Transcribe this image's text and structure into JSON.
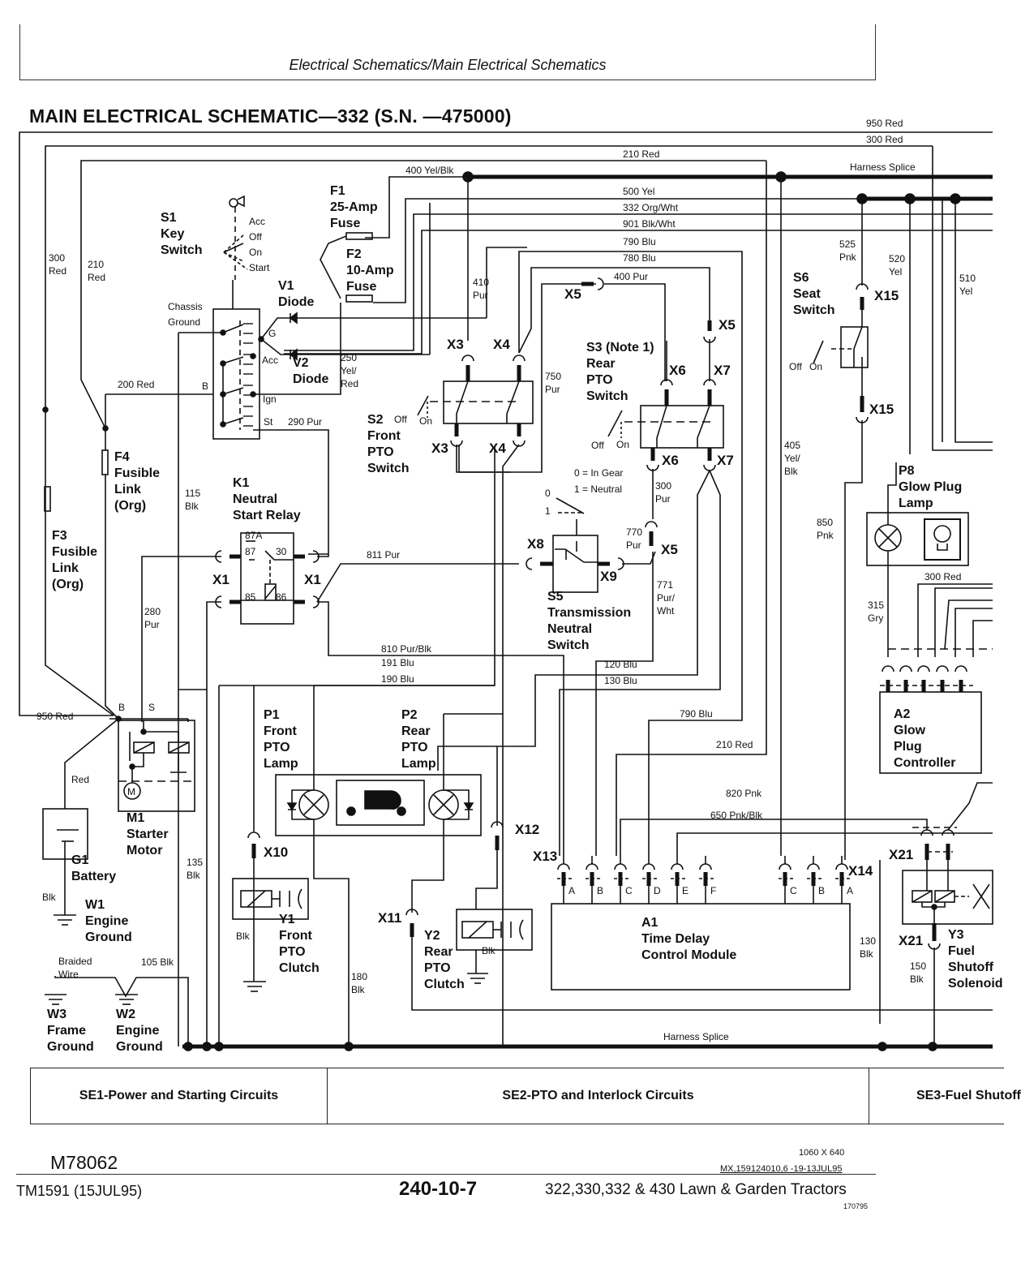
{
  "header": {
    "section_path": "Electrical Schematics/Main Electrical Schematics"
  },
  "title": "MAIN ELECTRICAL SCHEMATIC—332 (S.N.   —475000)",
  "wires": {
    "w950_top": "950 Red",
    "w300_top": "300 Red",
    "w210_top": "210 Red",
    "w400": "400 Yel/Blk",
    "harness_top": "Harness Splice",
    "w500": "500 Yel",
    "w332": "332 Org/Wht",
    "w901": "901 Blk/Wht",
    "w790": "790 Blu",
    "w780": "780 Blu",
    "w400pur": "400 Pur",
    "w300_left": [
      "300",
      "Red"
    ],
    "w210_left": [
      "210",
      "Red"
    ],
    "w200": "200 Red",
    "w290": "290 Pur",
    "w250": [
      "250",
      "Yel/",
      "Red"
    ],
    "w410": [
      "410",
      "Pur"
    ],
    "w750": [
      "750",
      "Pur"
    ],
    "w525": [
      "525",
      "Pnk"
    ],
    "w520": [
      "520",
      "Yel"
    ],
    "w510": [
      "510",
      "Yel"
    ],
    "w405": [
      "405",
      "Yel/",
      "Blk"
    ],
    "w850": [
      "850",
      "Pnk"
    ],
    "w115": [
      "115",
      "Blk"
    ],
    "w280": [
      "280",
      "Pur"
    ],
    "w811": "811 Pur",
    "w300pur": [
      "300",
      "Pur"
    ],
    "w770": [
      "770",
      "Pur"
    ],
    "w771": [
      "771",
      "Pur/",
      "Wht"
    ],
    "w810": "810 Pur/Blk",
    "w191": "191 Blu",
    "w190": "190 Blu",
    "w120": "120 Blu",
    "w130": "130 Blu",
    "w790b": "790 Blu",
    "w210b": "210 Red",
    "w820": "820 Pnk",
    "w650": "650 Pnk/Blk",
    "w950_left": "950 Red",
    "wred_batt": "Red",
    "wblk_batt": "Blk",
    "w135": [
      "135",
      "Blk"
    ],
    "w180": [
      "180",
      "Blk"
    ],
    "wblk_y1": "Blk",
    "wblk_y2": "Blk",
    "w105": "105 Blk",
    "braided": [
      "Braided",
      "Wire"
    ],
    "w130blk": [
      "130",
      "Blk"
    ],
    "w150": [
      "150",
      "Blk"
    ],
    "w300_a2": "300 Red",
    "w315": [
      "315",
      "Gry"
    ],
    "harness_bottom": "Harness Splice"
  },
  "components": {
    "S1": [
      "S1",
      "Key",
      "Switch"
    ],
    "S1_positions": [
      "Acc",
      "Off",
      "On",
      "Start"
    ],
    "S1_terms": {
      "chassis": [
        "Chassis",
        "Ground"
      ],
      "G": "G",
      "Acc": "Acc",
      "B": "B",
      "Ign": "Ign",
      "St": "St"
    },
    "F1": [
      "F1",
      "25-Amp",
      "Fuse"
    ],
    "F2": [
      "F2",
      "10-Amp",
      "Fuse"
    ],
    "V1": [
      "V1",
      "Diode"
    ],
    "V2": [
      "V2",
      "Diode"
    ],
    "F4": [
      "F4",
      "Fusible",
      "Link",
      "(Org)"
    ],
    "F3": [
      "F3",
      "Fusible",
      "Link",
      "(Org)"
    ],
    "K1": [
      "K1",
      "Neutral",
      "Start Relay"
    ],
    "K1_pins": [
      "87A",
      "87",
      "30",
      "85",
      "86"
    ],
    "S2": [
      "S2",
      "Front",
      "PTO",
      "Switch"
    ],
    "S2_pos": [
      "Off",
      "On"
    ],
    "S3": [
      "S3 (Note 1)",
      "Rear",
      "PTO",
      "Switch"
    ],
    "S3_pos": [
      "Off",
      "On"
    ],
    "S5": [
      "S5",
      "Transmission",
      "Neutral",
      "Switch"
    ],
    "S5_legend": [
      "0 = In Gear",
      "1 = Neutral"
    ],
    "S5_pos": [
      "0",
      "1"
    ],
    "S6": [
      "S6",
      "Seat",
      "Switch"
    ],
    "S6_pos": [
      "Off",
      "On"
    ],
    "P8": [
      "P8",
      "Glow Plug",
      "Lamp"
    ],
    "M1": [
      "M1",
      "Starter",
      "Motor"
    ],
    "M1_terms": [
      "B",
      "S"
    ],
    "M1_sym": "M",
    "G1": [
      "G1",
      "Battery"
    ],
    "W1": [
      "W1",
      "Engine",
      "Ground"
    ],
    "W3": [
      "W3",
      "Frame",
      "Ground"
    ],
    "W2": [
      "W2",
      "Engine",
      "Ground"
    ],
    "P1": [
      "P1",
      "Front",
      "PTO",
      "Lamp"
    ],
    "P2": [
      "P2",
      "Rear",
      "PTO",
      "Lamp"
    ],
    "Y1": [
      "Y1",
      "Front",
      "PTO",
      "Clutch"
    ],
    "Y2": [
      "Y2",
      "Rear",
      "PTO",
      "Clutch"
    ],
    "A1": [
      "A1",
      "Time Delay",
      "Control Module"
    ],
    "A1_pins_x13": [
      "A",
      "B",
      "C",
      "D",
      "E",
      "F"
    ],
    "A1_pins_x14": [
      "C",
      "B",
      "A"
    ],
    "A2": [
      "A2",
      "Glow",
      "Plug",
      "Controller"
    ],
    "Y3": [
      "Y3",
      "Fuel",
      "Shutoff",
      "Solenoid"
    ]
  },
  "connectors": {
    "X1": "X1",
    "X3": "X3",
    "X4": "X4",
    "X5": "X5",
    "X6": "X6",
    "X7": "X7",
    "X8": "X8",
    "X9": "X9",
    "X10": "X10",
    "X11": "X11",
    "X12": "X12",
    "X13": "X13",
    "X14": "X14",
    "X15": "X15",
    "X21": "X21"
  },
  "sections": [
    "SE1-Power and Starting Circuits",
    "SE2-PTO and Interlock Circuits",
    "SE3-Fuel Shutoff"
  ],
  "footer": {
    "figure_id": "M78062",
    "figure_size": "1060 X 640",
    "figure_ref": "MX,159124010,6 -19-13JUL95",
    "manual": "TM1591 (15JUL95)",
    "page": "240-10-7",
    "product": "322,330,332 & 430 Lawn & Garden Tractors",
    "datecode": "170795"
  }
}
